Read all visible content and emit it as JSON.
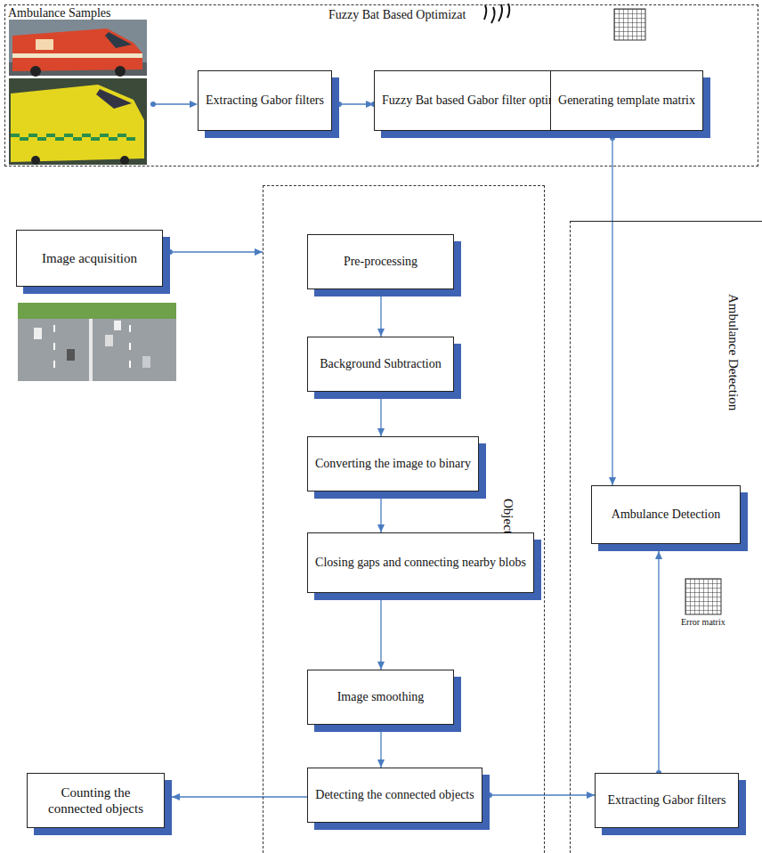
{
  "diagram": {
    "nodes": [
      {
        "text": [
          "Ambulance Samples",
          "Fuzzy Bat Based Optimizat"
        ]
      },
      {
        "text": [
          "Extracting Gabor filters"
        ],
        "in": 0
      },
      {
        "text": [
          "Fuzzy Bat based Gabor filter optimization"
        ],
        "in": 0
      },
      {
        "text": [
          "Generating template matrix"
        ],
        "in": 0
      },
      {
        "text": [
          "Image acquisition"
        ]
      },
      {
        "text": [
          "Object detection"
        ]
      },
      {
        "text": [
          "Pre-processing"
        ],
        "in": 5
      },
      {
        "text": [
          "Background Subtraction"
        ],
        "in": 5
      },
      {
        "text": [
          "Converting the image to binary"
        ],
        "in": 5
      },
      {
        "text": [
          "Closing gaps and connecting nearby blobs"
        ],
        "in": 5
      },
      {
        "text": [
          "Image smoothing"
        ],
        "in": 5
      },
      {
        "text": [
          "Detecting the connected objects"
        ],
        "in": 5
      },
      {
        "text": [
          "Ambulance Detection"
        ]
      },
      {
        "text": [
          "Ambulance Detection"
        ],
        "in": 12
      },
      {
        "text": [
          "Extracting Gabor filters"
        ],
        "in": 12
      },
      {
        "text": [
          "Counting the connected objects"
        ]
      }
    ],
    "edges": [
      {
        "from": 1,
        "to": 2,
        "arrow": "to"
      },
      {
        "from": 2,
        "to": 3,
        "arrow": "to"
      },
      {
        "from": 3,
        "to": 13,
        "arrow": "to"
      },
      {
        "from": 4,
        "to": 5,
        "arrow": "to"
      },
      {
        "from": 6,
        "to": 7,
        "arrow": "to"
      },
      {
        "from": 7,
        "to": 8,
        "arrow": "to"
      },
      {
        "from": 8,
        "to": 9,
        "arrow": "to"
      },
      {
        "from": 9,
        "to": 10,
        "arrow": "to"
      },
      {
        "from": 10,
        "to": 11,
        "arrow": "to"
      },
      {
        "from": 11,
        "to": 15,
        "arrow": "to"
      },
      {
        "from": 11,
        "to": 14,
        "arrow": "to"
      },
      {
        "from": 14,
        "to": 13,
        "arrow": "to"
      }
    ],
    "labels": [
      "Error matrix"
    ]
  }
}
